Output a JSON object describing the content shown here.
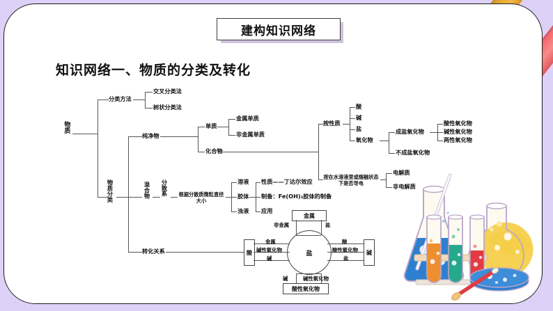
{
  "page": {
    "bg_color": "#ddd1f7",
    "card_color": "#ffffff",
    "title": "建构知识网络",
    "subtitle": "知识网络一、物质的分类及转化"
  },
  "decor": {
    "ribbon_orange": "#e8a427",
    "ribbon_red": "#f3696d"
  },
  "tree": {
    "root": "物质",
    "branch_method": "分类方法",
    "method_items": [
      "交叉分类法",
      "树状分类法"
    ],
    "branch_classify": "物质分类",
    "pure": "纯净物",
    "pure_items": [
      "单质",
      "化合物"
    ],
    "simple_items": [
      "金属单质",
      "非金属单质"
    ],
    "by_property": "按性质",
    "property_items": [
      "酸",
      "碱",
      "盐",
      "氧化物"
    ],
    "oxide_items": [
      "成盐氧化物",
      "不成盐氧化物"
    ],
    "salt_oxide_items": [
      "酸性氧化物",
      "碱性氧化物",
      "两性氧化物"
    ],
    "by_conduct": "按在水溶液里或熔融状态下是否导电",
    "conduct_items": [
      "电解质",
      "非电解质"
    ],
    "mixture": "混合物",
    "disperse": "分散系",
    "disperse_basis": "根据分散质微粒直径大小",
    "disperse_items": [
      "溶液",
      "胶体",
      "浊液"
    ],
    "colloid_props": [
      "性质——丁达尔效应",
      "制备：Fe(OH)₃胶体的制备",
      "应用"
    ],
    "colloid_prop_label": "性质",
    "colloid_prop_value": "丁达尔效应",
    "colloid_prep": "制备：Fe(OH)₃胶体的制备",
    "colloid_use": "应用",
    "transform": "转化关系"
  },
  "transform_diagram": {
    "center": "盐",
    "top_box": "金属",
    "left_box": "酸",
    "right_box": "碱",
    "bottom_box": "酸性氧化物",
    "top_labels": [
      "非金属",
      "盐"
    ],
    "left_labels": [
      "金属",
      "碱性氧化物",
      "碱"
    ],
    "right_labels": [
      "酸",
      "酸性氧化物",
      "盐"
    ],
    "bottom_labels": [
      "碱",
      "碱性氧化物"
    ]
  },
  "illustration": {
    "name": "chemistry-glassware",
    "flask_color": "#2f7fd1",
    "round_flask_color": "#f5cf4a",
    "tube_colors": [
      "#ef8e2e",
      "#26a88a",
      "#e23b43"
    ],
    "dish_color": "#2f7fd1",
    "pipette_color": "#e23b43"
  }
}
